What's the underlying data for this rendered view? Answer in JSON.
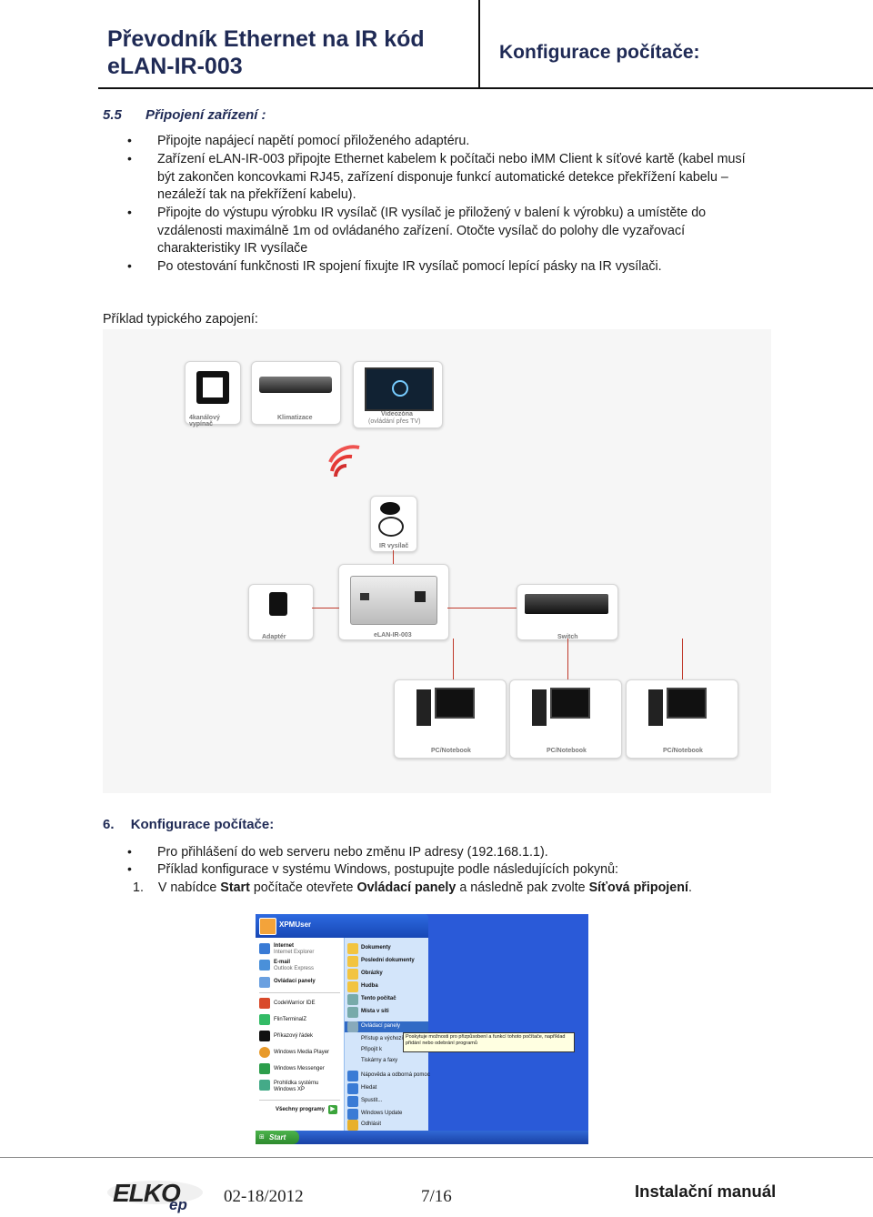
{
  "header": {
    "title_line1": "Převodník Ethernet na IR kód",
    "title_line2": "eLAN-IR-003",
    "right_title": "Konfigurace počítače:"
  },
  "section55": {
    "heading_num": "5.5",
    "heading_text": "Připojení zařízení :",
    "bullets": [
      "Připojte napájecí napětí pomocí přiloženého adaptéru.",
      "Zařízení eLAN-IR-003 připojte Ethernet kabelem k počítači nebo iMM Client k síťové kartě (kabel musí být zakončen koncovkami RJ45, zařízení disponuje funkcí automatické detekce překřížení kabelu – nezáleží tak na překřížení kabelu).",
      "Připojte do výstupu výrobku IR vysílač (IR vysílač je přiložený v balení k výrobku) a umístěte do vzdálenosti maximálně 1m od ovládaného zařízení. Otočte vysílač do polohy dle vyzařovací charakteristiky IR vysílače",
      "Po otestování funkčnosti IR spojení fixujte IR vysílač pomocí lepící pásky na IR vysílači."
    ],
    "example_label": "Příklad typického zapojení:"
  },
  "diagram": {
    "captions": {
      "switch4": "4kanálový vypínač",
      "klima": "Klimatizace",
      "video": "Videozóna",
      "video_sub": "(ovládání přes TV)",
      "ir": "IR vysílač",
      "adapter": "Adaptér",
      "elan": "eLAN-IR-003",
      "switch": "Switch",
      "pc1": "PC/Notebook",
      "pc2": "PC/Notebook",
      "pc3": "PC/Notebook"
    }
  },
  "section6": {
    "heading_num": "6.",
    "heading_text": "Konfigurace počítače:",
    "bullets": [
      "Pro přihlášení do web serveru nebo změnu IP adresy (192.168.1.1).",
      "Příklad konfigurace v systému Windows, postupujte podle následujících pokynů:"
    ],
    "step_num": "1.",
    "step_a": "V nabídce ",
    "step_b": "Start",
    "step_c": " počítače otevřete ",
    "step_d": "Ovládací panely",
    "step_e": " a následně pak zvolte ",
    "step_f": "Síťová připojení",
    "step_g": "."
  },
  "xp": {
    "user": "XPMUser",
    "left_items": [
      {
        "t": "Internet",
        "s": "Internet Explorer"
      },
      {
        "t": "E-mail",
        "s": "Outlook Express"
      },
      {
        "t": "Ovládací panely",
        "s": ""
      },
      {
        "t": "CodeWarrior IDE",
        "s": ""
      },
      {
        "t": "FlinTerminalZ",
        "s": ""
      },
      {
        "t": "Příkazový řádek",
        "s": ""
      },
      {
        "t": "Windows Media Player",
        "s": ""
      },
      {
        "t": "Windows Messenger",
        "s": ""
      },
      {
        "t": "Prohlídka systému Windows XP",
        "s": ""
      }
    ],
    "all_programs": "Všechny programy",
    "right_items": [
      "Dokumenty",
      "Poslední dokumenty",
      "Obrázky",
      "Hudba",
      "Tento počítač",
      "Místa v síti",
      "Ovládací panely",
      "Přístup a výchozí programy",
      "Připojit k",
      "Tiskárny a faxy",
      "Nápověda a odborná pomoc",
      "Hledat",
      "Spustit...",
      "Windows Update",
      "Odhlásit"
    ],
    "tooltip": "Poskytuje možnosti pro přizpůsobení a funkcí tohoto počítače, například přidání nebo odebrání programů",
    "start": "Start"
  },
  "footer": {
    "logo": "ELKO",
    "logo_sub": "ep",
    "date": "02-18/2012",
    "page": "7/16",
    "manual": "Instalační manuál"
  }
}
